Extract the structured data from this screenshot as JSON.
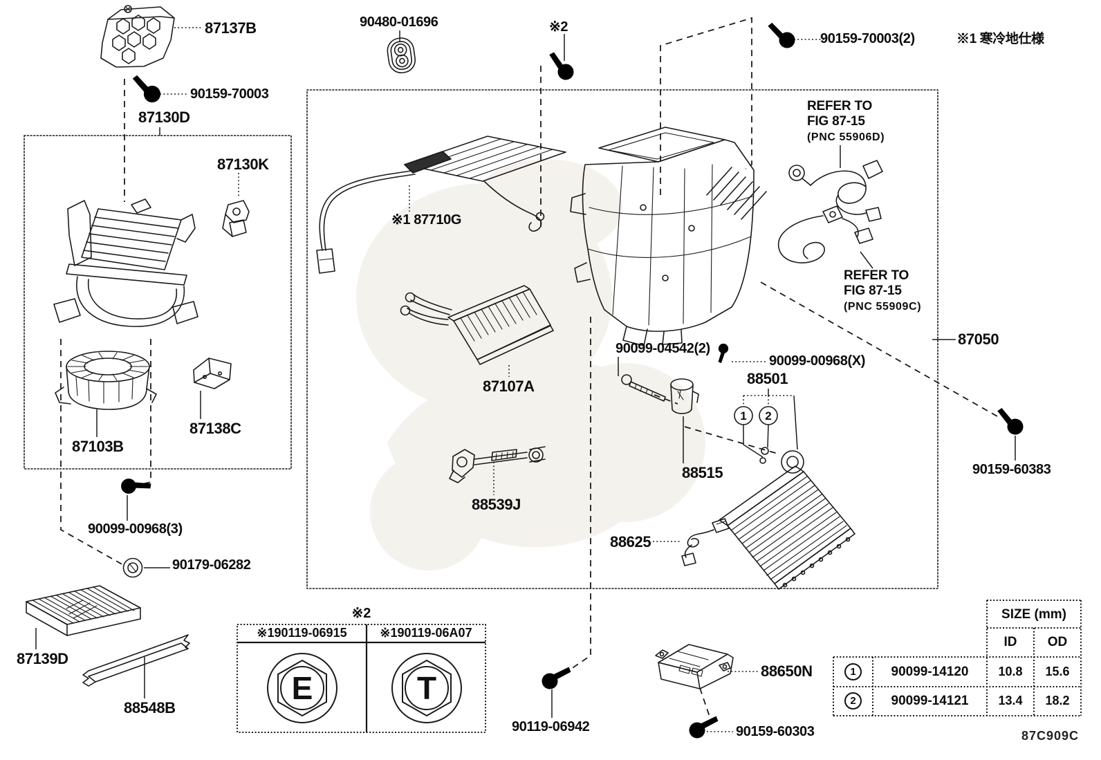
{
  "diagram": {
    "code": "87C909C",
    "footnote": "※1 寒冷地仕様",
    "labels": {
      "cover": "87137B",
      "screw_top_left": "90159-70003",
      "blower_box": "87130D",
      "servo": "87130K",
      "grommet_top": "90480-01696",
      "rem2_screw": "※2",
      "screw_top_right": "90159-70003(2)",
      "harness": "※1 87710G",
      "main_box": "87050",
      "heater_core": "87107A",
      "bolt_mid": "90099-04542(2)",
      "screw_small": "90099-00968(X)",
      "orings": "88501",
      "exp_valve": "88515",
      "blower_motor": "87103B",
      "resistor": "87138C",
      "pipe": "88539J",
      "thermistor": "88625",
      "screw_blower": "90099-00968(3)",
      "grommet_lower": "90179-06282",
      "screw_right": "90159-60383",
      "filter": "87139D",
      "retainer": "88548B",
      "screw_bottom_mid": "90119-06942",
      "amplifier": "88650N",
      "screw_bottom_right": "90159-60303"
    },
    "refer_notes": [
      {
        "l1": "REFER TO",
        "l2": "FIG 87-15",
        "l3": "(PNC 55906D)"
      },
      {
        "l1": "REFER TO",
        "l2": "FIG 87-15",
        "l3": "(PNC 55909C)"
      }
    ],
    "callouts": {
      "c1": "1",
      "c2": "2"
    },
    "nut_table": {
      "title": "※2",
      "cols": [
        {
          "part": "※190119-06915",
          "mark": "E"
        },
        {
          "part": "※190119-06A07",
          "mark": "T"
        }
      ]
    },
    "size_table": {
      "title": "SIZE (mm)",
      "id_label": "ID",
      "od_label": "OD",
      "rows": [
        {
          "no": "1",
          "part": "90099-14120",
          "id": "10.8",
          "od": "15.6"
        },
        {
          "no": "2",
          "part": "90099-14121",
          "id": "13.4",
          "od": "18.2"
        }
      ]
    }
  }
}
